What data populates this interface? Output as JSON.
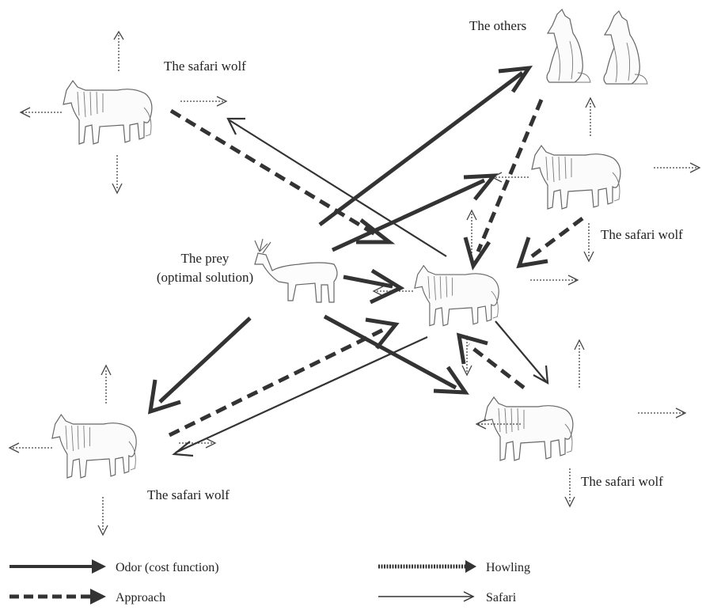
{
  "labels": {
    "top_left_wolf": "The safari wolf",
    "others": "The others",
    "prey_line1": "The prey",
    "prey_line2": "(optimal solution)",
    "right_wolf": "The safari wolf",
    "bottom_left_wolf": "The safari wolf",
    "bottom_right_wolf": "The safari wolf"
  },
  "legend": {
    "odor": "Odor (cost function)",
    "approach": "Approach",
    "howling": "Howling",
    "safari": "Safari"
  }
}
